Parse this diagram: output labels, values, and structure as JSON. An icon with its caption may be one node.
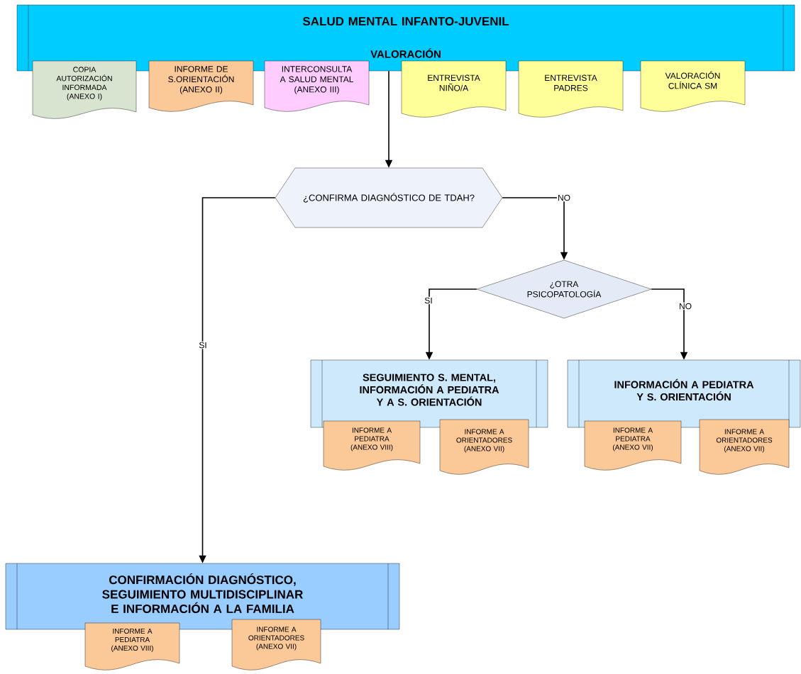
{
  "diagram": {
    "nodes": [
      {
        "text": [
          "SALUD MENTAL INFANTO-JUVENIL",
          "VALORACIÓN"
        ]
      },
      {
        "text": [
          "COPIA AUTORIZACIÓN INFORMADA (ANEXO I)"
        ]
      },
      {
        "text": [
          "INFORME DE S.ORIENTACIÓN (ANEXO II)"
        ]
      },
      {
        "text": [
          "INTERCONSULTA A SALUD MENTAL (ANEXO III)"
        ]
      },
      {
        "text": [
          "ENTREVISTA NIÑO/A"
        ]
      },
      {
        "text": [
          "ENTREVISTA PADRES"
        ]
      },
      {
        "text": [
          "VALORACIÓN CLÍNICA SM"
        ]
      },
      {
        "text": [
          "¿CONFIRMA DIAGNÓSTICO DE TDAH?"
        ]
      },
      {
        "text": [
          "¿OTRA PSICOPATOLOGÍA"
        ]
      },
      {
        "text": [
          "SEGUIMIENTO S. MENTAL, INFORMACIÓN A PEDIATRA Y A S. ORIENTACIÓN"
        ]
      },
      {
        "text": [
          "INFORME A PEDIATRA (ANEXO VIII)"
        ]
      },
      {
        "text": [
          "INFORME A ORIENTADORES (ANEXO VII)"
        ]
      },
      {
        "text": [
          "INFORMACIÓN A PEDIATRA Y S. ORIENTACIÓN"
        ]
      },
      {
        "text": [
          "INFORME A PEDIATRA (ANEXO VII)"
        ]
      },
      {
        "text": [
          "INFORME A ORIENTADORES (ANEXO VII)"
        ]
      },
      {
        "text": [
          "CONFIRMACIÓN DIAGNÓSTICO, SEGUIMIENTO MULTIDISCIPLINAR E INFORMACIÓN A LA FAMILIA"
        ]
      },
      {
        "text": [
          "INFORME A PEDIATRA (ANEXO VIII)"
        ]
      },
      {
        "text": [
          "INFORME A ORIENTADORES (ANEXO VII)"
        ]
      }
    ],
    "edges": [
      {
        "from": 0,
        "to": 7,
        "arrow": "to"
      },
      {
        "from": 7,
        "to": 8,
        "arrow": "to",
        "label": "NO"
      },
      {
        "from": 7,
        "to": 15,
        "arrow": "to",
        "label": "SI"
      },
      {
        "from": 8,
        "to": 9,
        "arrow": "to",
        "label": "SI"
      },
      {
        "from": 8,
        "to": 12,
        "arrow": "to",
        "label": "NO"
      }
    ]
  }
}
